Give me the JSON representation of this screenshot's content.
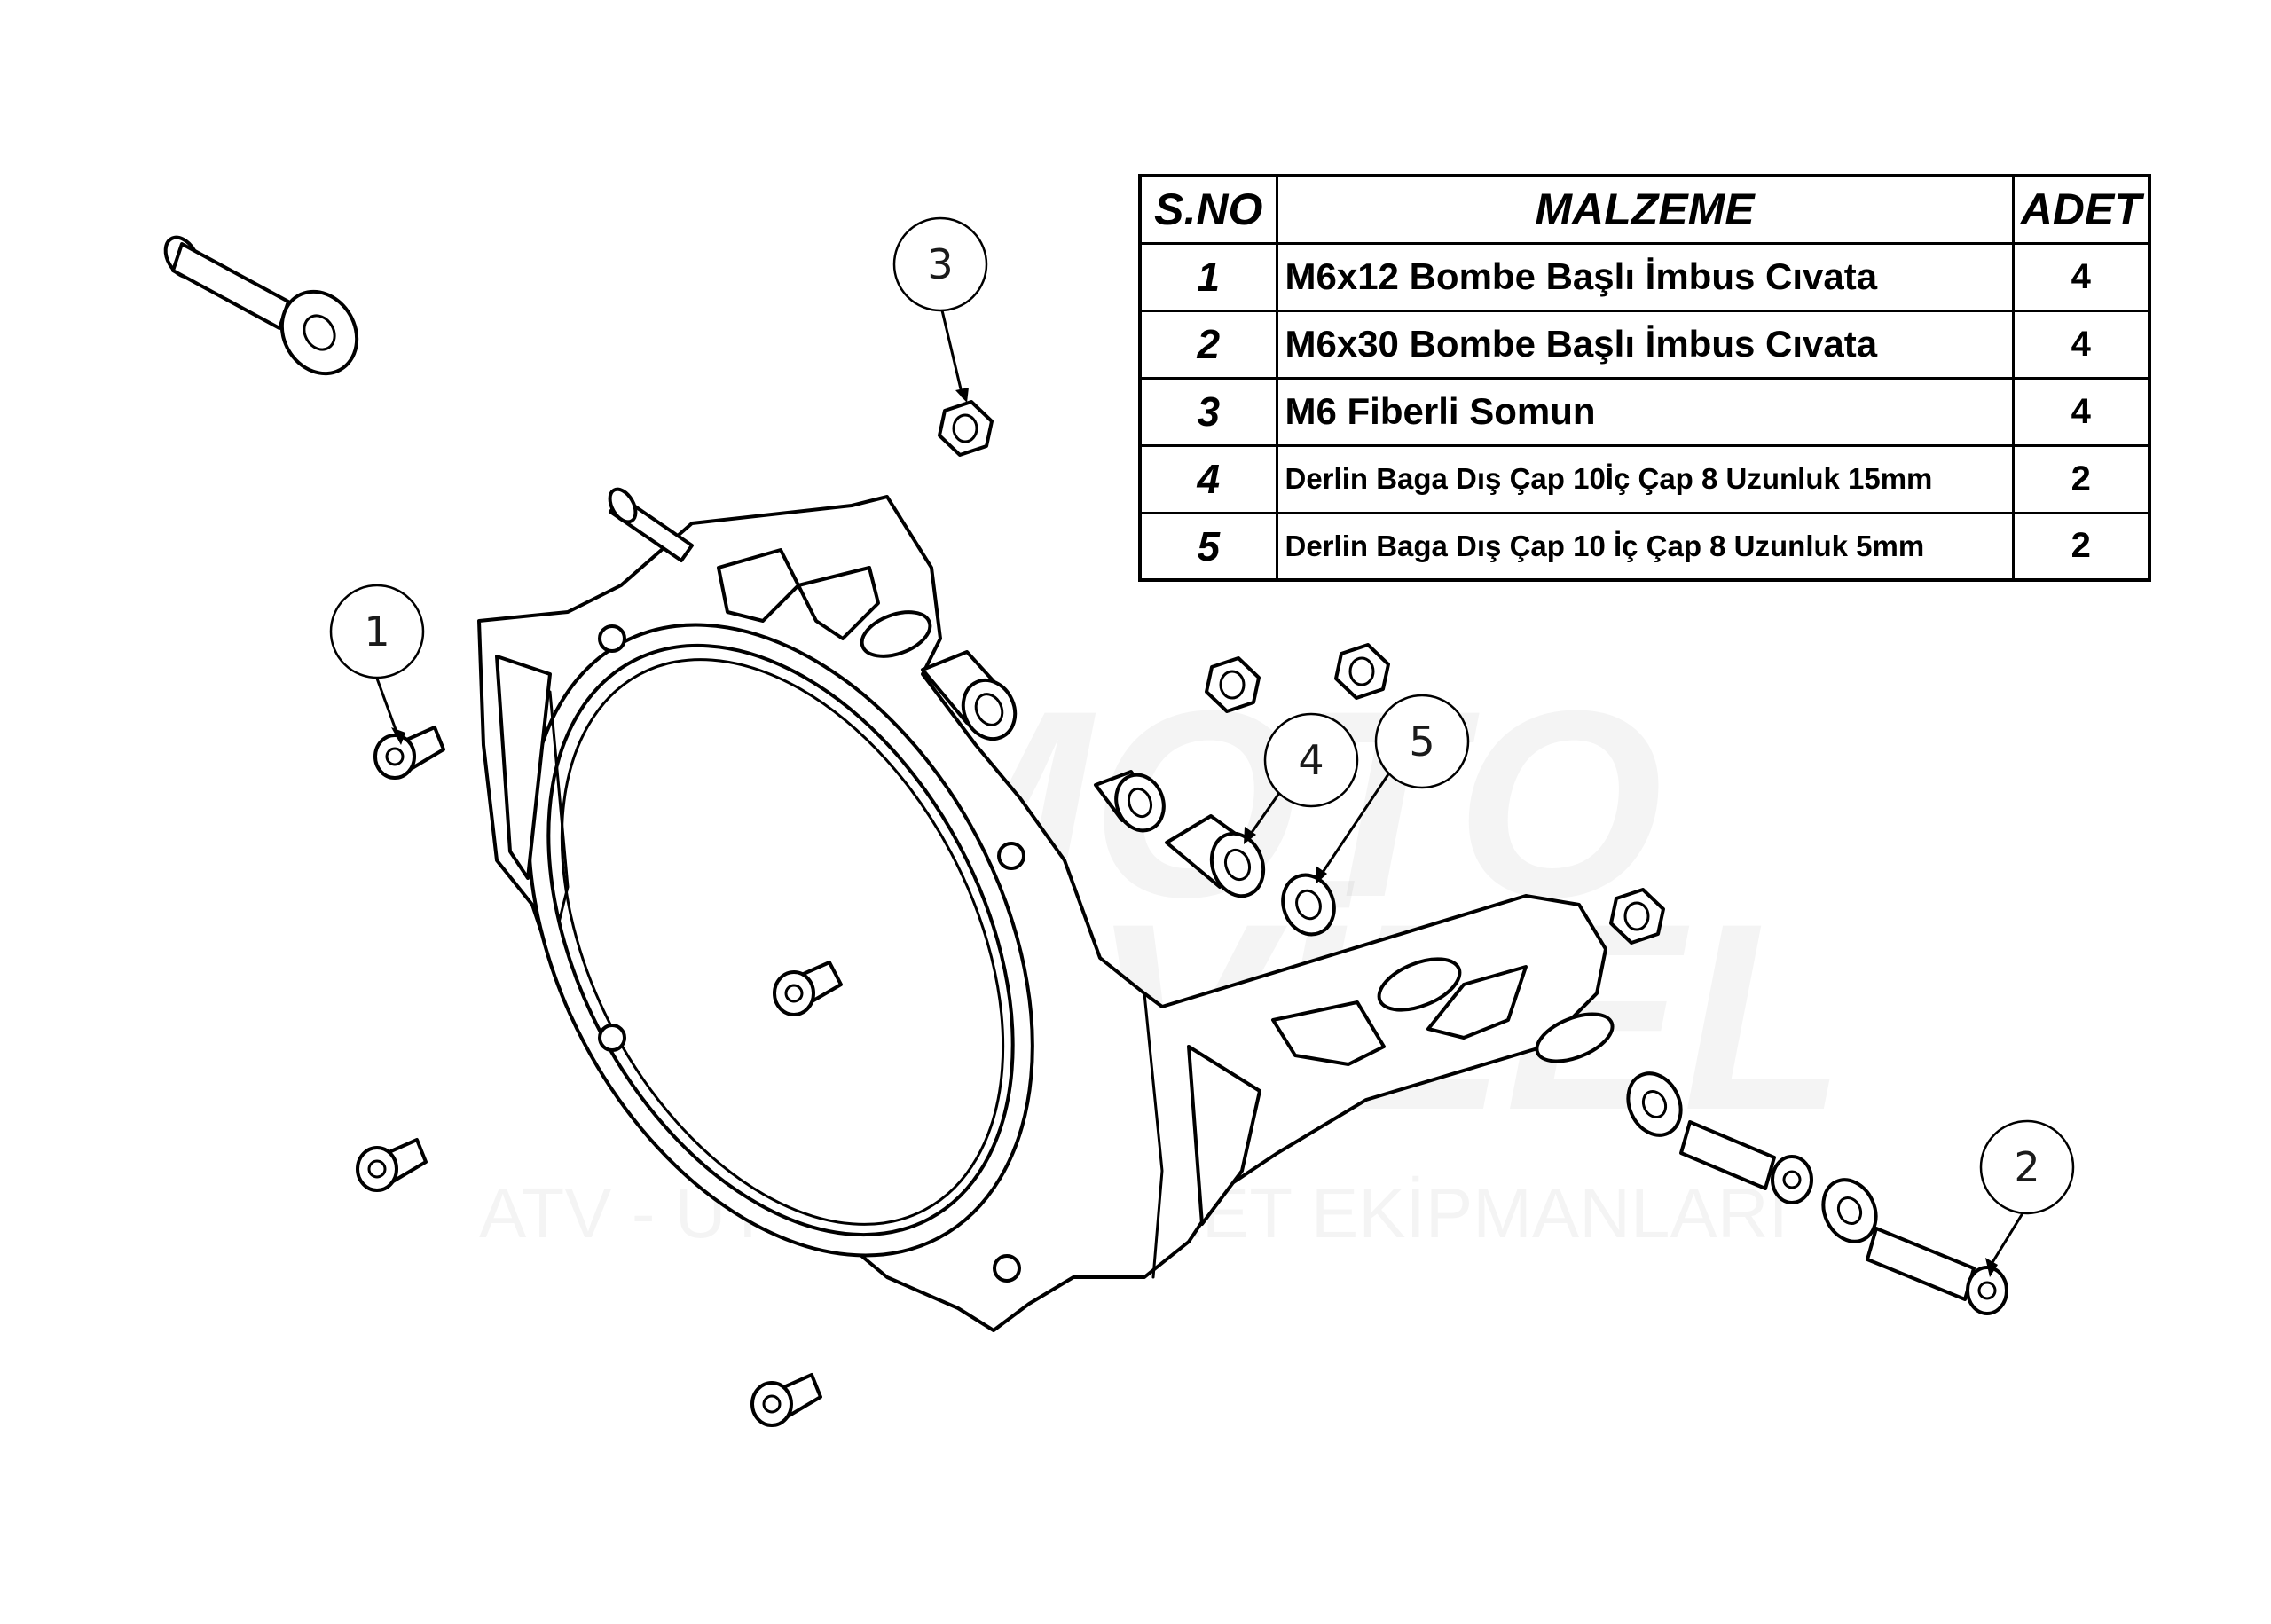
{
  "table": {
    "headers": {
      "no": "S.NO",
      "material": "MALZEME",
      "qty": "ADET"
    },
    "rows": [
      {
        "no": "1",
        "material": "M6x12 Bombe Başlı İmbus Cıvata",
        "qty": "4"
      },
      {
        "no": "2",
        "material": "M6x30 Bombe Başlı İmbus Cıvata",
        "qty": "4"
      },
      {
        "no": "3",
        "material": "M6 Fiberli Somun",
        "qty": "4"
      },
      {
        "no": "4",
        "material": "Derlin Baga Dış Çap 10İç Çap 8 Uzunluk 15mm",
        "qty": "2"
      },
      {
        "no": "5",
        "material": "Derlin Baga Dış Çap 10 İç Çap 8 Uzunluk 5mm",
        "qty": "2"
      }
    ]
  },
  "callouts": [
    "1",
    "2",
    "3",
    "4",
    "5"
  ],
  "watermark": {
    "line1": "MOTO",
    "line2": "VİZEL",
    "tagline": "ATV - UTV MOTOSİKLET EKİPMANLARI"
  },
  "colors": {
    "line": "#000000",
    "background": "#ffffff"
  }
}
